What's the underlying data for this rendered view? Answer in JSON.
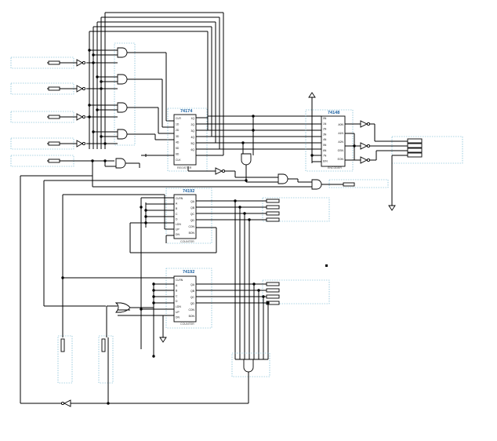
{
  "components": [
    {
      "id": "u1",
      "part": "74174",
      "name": "REGISTER"
    },
    {
      "id": "u2",
      "part": "74148",
      "name": "ENCODER"
    },
    {
      "id": "u3",
      "part": "74192",
      "name": "COUNTER"
    },
    {
      "id": "u4",
      "part": "74192",
      "name": "COUNTER"
    }
  ],
  "register_pins": {
    "left": [
      "CLR",
      "1D",
      "2D",
      "3D",
      "4D",
      "5D",
      "6D",
      "CLK"
    ],
    "right": [
      "1Q",
      "2Q",
      "3Q",
      "4Q",
      "5Q",
      "6Q"
    ]
  },
  "encoder_pins": {
    "left": [
      "0N",
      "1N",
      "2N",
      "3N",
      "4N",
      "5N",
      "6N",
      "7N",
      "EIN"
    ],
    "right": [
      "A0N",
      "A1N",
      "A2N",
      "GSN",
      "EON"
    ]
  },
  "counter_pins": {
    "left": [
      "CLRN",
      "A",
      "B",
      "C",
      "D",
      "LDN",
      "UP",
      "DN"
    ],
    "right": [
      "QA",
      "QB",
      "QC",
      "QD",
      "CON",
      "BON"
    ]
  },
  "colors": {
    "wire": "#000000",
    "outline": "#5aa9c8",
    "label": "#9b3fb0",
    "title": "#1a5fa0"
  }
}
